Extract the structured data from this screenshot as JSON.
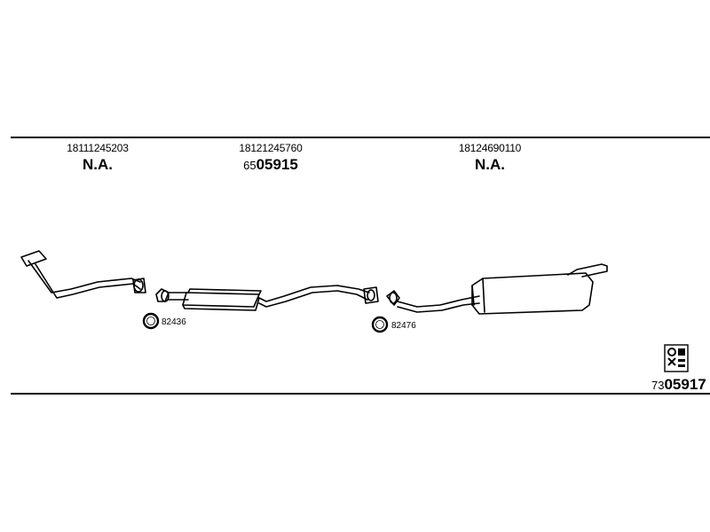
{
  "parts": [
    {
      "number": "18111245203",
      "code_prefix": "",
      "code": "N.A."
    },
    {
      "number": "18121245760",
      "code_prefix": "65",
      "code": "05915"
    },
    {
      "number": "18124690110",
      "code_prefix": "",
      "code": "N.A."
    }
  ],
  "rings": [
    {
      "label": "82436"
    },
    {
      "label": "82476"
    }
  ],
  "set": {
    "code_prefix": "73",
    "code": "05917"
  },
  "icons": {
    "logo": "manufacturer-logo-icon",
    "ring": "sealing-ring-icon"
  }
}
